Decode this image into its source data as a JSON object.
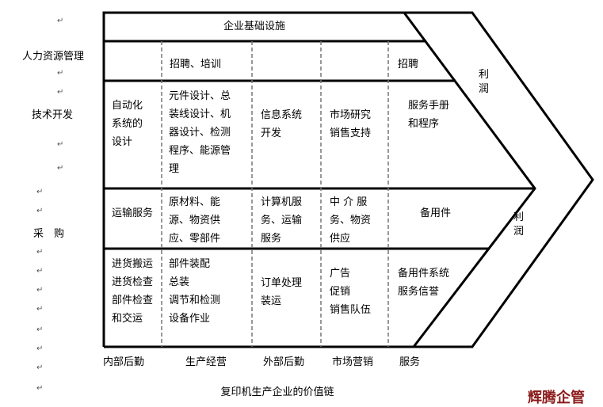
{
  "infrastructure": "企业基础设施",
  "support_labels": {
    "hr": "人力资源管理",
    "tech": "技术开发",
    "procurement": "采　购"
  },
  "hr_row": {
    "operations": "招聘、培训",
    "service": "招聘"
  },
  "tech_row": {
    "inbound": "自动化\n系统的\n设计",
    "operations": "元件设计、总\n装线设计、机\n器设计、检测\n程序、能源管\n理",
    "outbound": "信息系统\n开发",
    "marketing": "市场研究\n销售支持",
    "service": "服务手册\n和程序"
  },
  "procurement_row": {
    "inbound": "运输服务",
    "operations": "原材料、能\n源、物资供\n应、零部件",
    "outbound": "计算机服\n务、运输\n服务",
    "marketing": "中 介 服\n务、物资\n供应",
    "service": "备用件"
  },
  "primary_row": {
    "inbound": "进货搬运\n进货检查\n部件检查\n和交运",
    "operations": "部件装配\n总装\n调节和检测\n设备作业",
    "outbound": "订单处理\n装运",
    "marketing": "广告\n促销\n销售队伍",
    "service": "备用件系统\n服务信誉"
  },
  "profit_labels": [
    "利\n润",
    "利\n润"
  ],
  "activities": [
    "内部后勤",
    "生产经营",
    "外部后勤",
    "市场营销",
    "服务"
  ],
  "caption": "复印机生产企业的价值链",
  "watermark": "辉腾企管"
}
